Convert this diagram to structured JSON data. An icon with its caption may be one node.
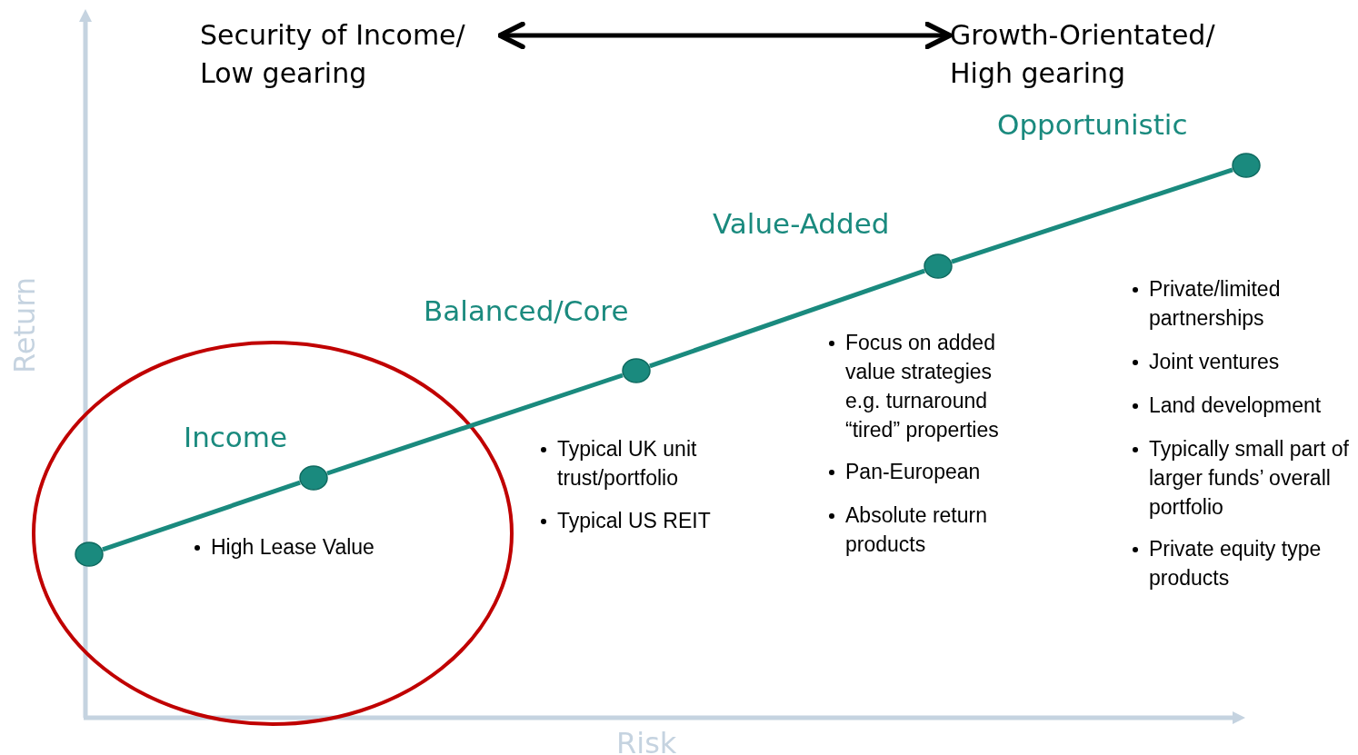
{
  "diagram": {
    "nodes": [
      {
        "text": [
          "Security of Income/ Low gearing"
        ]
      },
      {
        "text": [
          "Growth-Orientated/ High gearing"
        ]
      },
      {
        "text": [],
        "shape": "ellipse"
      },
      {
        "text": [],
        "shape": "circle",
        "in": 2
      },
      {
        "text": [],
        "shape": "circle",
        "in": 2,
        "beside": [
          "Income"
        ]
      },
      {
        "text": [],
        "shape": "circle",
        "beside": [
          "Balanced/Core"
        ]
      },
      {
        "text": [],
        "shape": "circle",
        "beside": [
          "Value-Added"
        ]
      },
      {
        "text": [],
        "shape": "circle"
      }
    ],
    "edges": [
      {
        "from": 0,
        "to": 1,
        "arrow": "both",
        "color": "#000000"
      },
      {
        "from": 3,
        "to": 4,
        "arrow": "none"
      },
      {
        "from": 4,
        "to": 5,
        "arrow": "none"
      },
      {
        "from": 5,
        "to": 6,
        "arrow": "none"
      },
      {
        "from": 6,
        "to": 7,
        "arrow": "none"
      }
    ],
    "labels": [
      "High Lease Value",
      "Typical UK unit trust/portfolio",
      "Typical US REIT",
      "Focus on added value strategies e.g. turnaround “tired” properties",
      "Pan-European",
      "Absolute return products",
      "Private/limited partnerships",
      "Joint ventures",
      "Land development",
      "Typically small part of larger funds’ overall portfolio",
      "Private equity type products",
      "Return",
      "Risk",
      "Opportunistic"
    ]
  }
}
